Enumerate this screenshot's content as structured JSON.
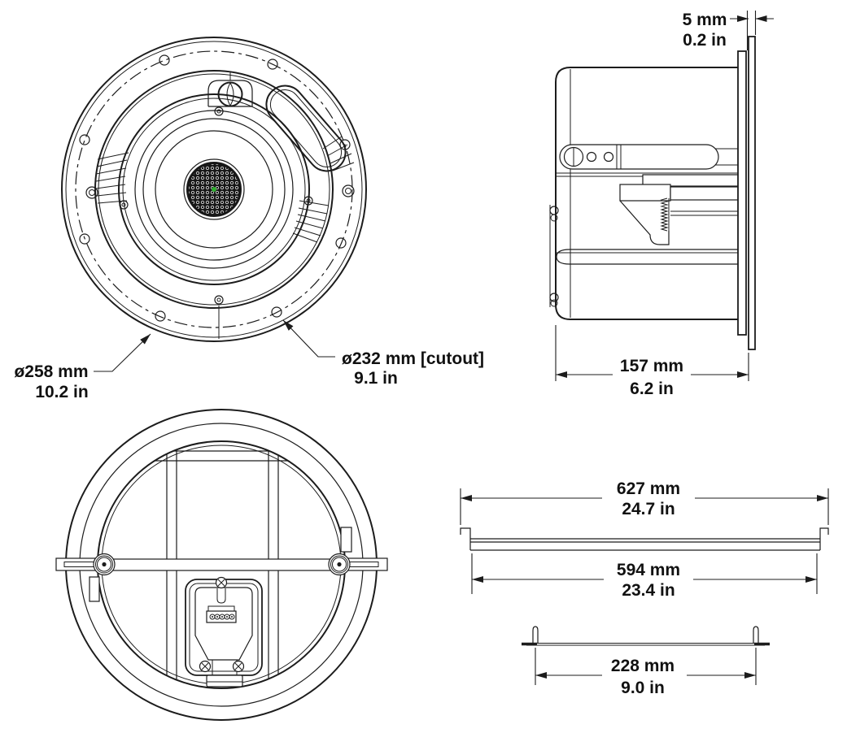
{
  "colors": {
    "line": "#1c1c1c",
    "text": "#111111",
    "led_green": "#2fae2f",
    "background": "#ffffff"
  },
  "views": {
    "front": {
      "labels": {
        "outer_diameter": {
          "mm": "ø258 mm",
          "inch": "10.2 in"
        },
        "cutout_diameter": {
          "mm": "ø232 mm [cutout]",
          "inch": "9.1 in"
        }
      }
    },
    "side": {
      "labels": {
        "flange_thickness": {
          "mm": "5 mm",
          "inch": "0.2 in"
        },
        "depth": {
          "mm": "157 mm",
          "inch": "6.2 in"
        }
      }
    },
    "rails": {
      "labels": {
        "overall_length": {
          "mm": "627 mm",
          "inch": "24.7 in"
        },
        "inner_length": {
          "mm": "594 mm",
          "inch": "23.4 in"
        },
        "pin_spacing": {
          "mm": "228 mm",
          "inch": "9.0 in"
        }
      }
    }
  }
}
